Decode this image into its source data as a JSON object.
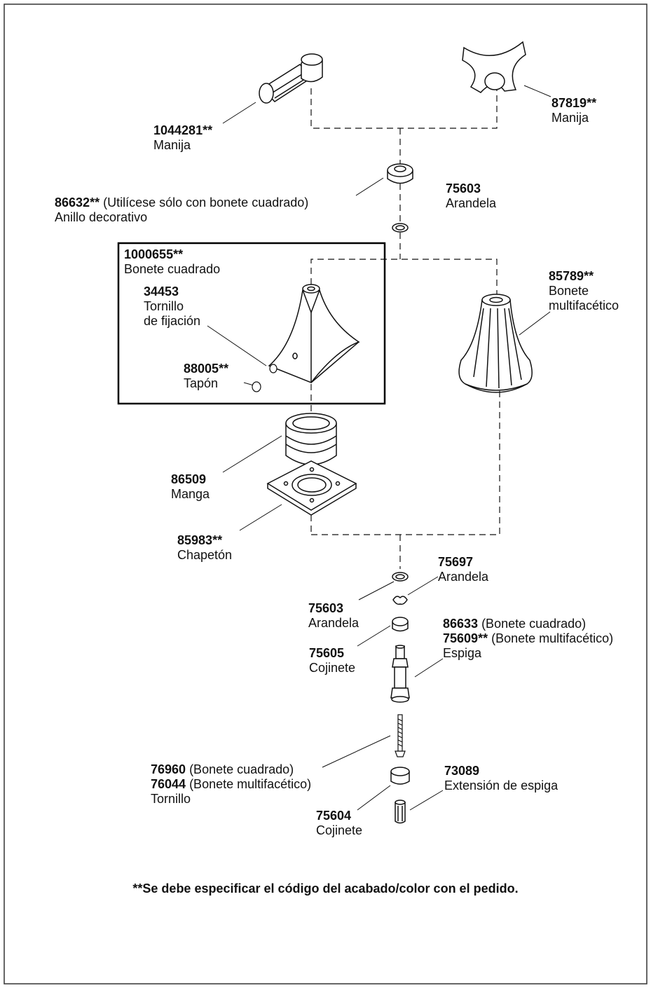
{
  "parts": {
    "handle_lever": {
      "num": "1044281",
      "stars": "**",
      "name": "Manija"
    },
    "handle_cross": {
      "num": "87819",
      "stars": "**",
      "name": "Manija"
    },
    "deco_ring": {
      "num": "86632",
      "stars": "**",
      "note": " (Utilícese sólo con bonete cuadrado)",
      "name": "Anillo decorativo"
    },
    "washer_top": {
      "num": "75603",
      "name": "Arandela"
    },
    "square_bonnet": {
      "num": "1000655",
      "stars": "**",
      "name": "Bonete cuadrado"
    },
    "set_screw": {
      "num": "34453",
      "name1": "Tornillo",
      "name2": "de fijación"
    },
    "plug": {
      "num": "88005",
      "stars": "**",
      "name": "Tapón"
    },
    "multi_bonnet": {
      "num": "85789",
      "stars": "**",
      "name1": "Bonete",
      "name2": "multifacético"
    },
    "sleeve": {
      "num": "86509",
      "name": "Manga"
    },
    "escutcheon": {
      "num": "85983",
      "stars": "**",
      "name": "Chapetón"
    },
    "washer_75697": {
      "num": "75697",
      "name": "Arandela"
    },
    "washer_75603b": {
      "num": "75603",
      "name": "Arandela"
    },
    "bearing_75605": {
      "num": "75605",
      "name": "Cojinete"
    },
    "stem": {
      "num1": "86633",
      "note1": " (Bonete cuadrado)",
      "num2": "75609",
      "stars2": "**",
      "note2": " (Bonete multifacético)",
      "name": "Espiga"
    },
    "screw": {
      "num1": "76960",
      "note1": " (Bonete cuadrado)",
      "num2": "76044",
      "note2": " (Bonete multifacético)",
      "name": "Tornillo"
    },
    "stem_ext": {
      "num": "73089",
      "name": "Extensión de espiga"
    },
    "bearing_75604": {
      "num": "75604",
      "name": "Cojinete"
    }
  },
  "footnote": "**Se debe especificar el código del acabado/color con el pedido."
}
